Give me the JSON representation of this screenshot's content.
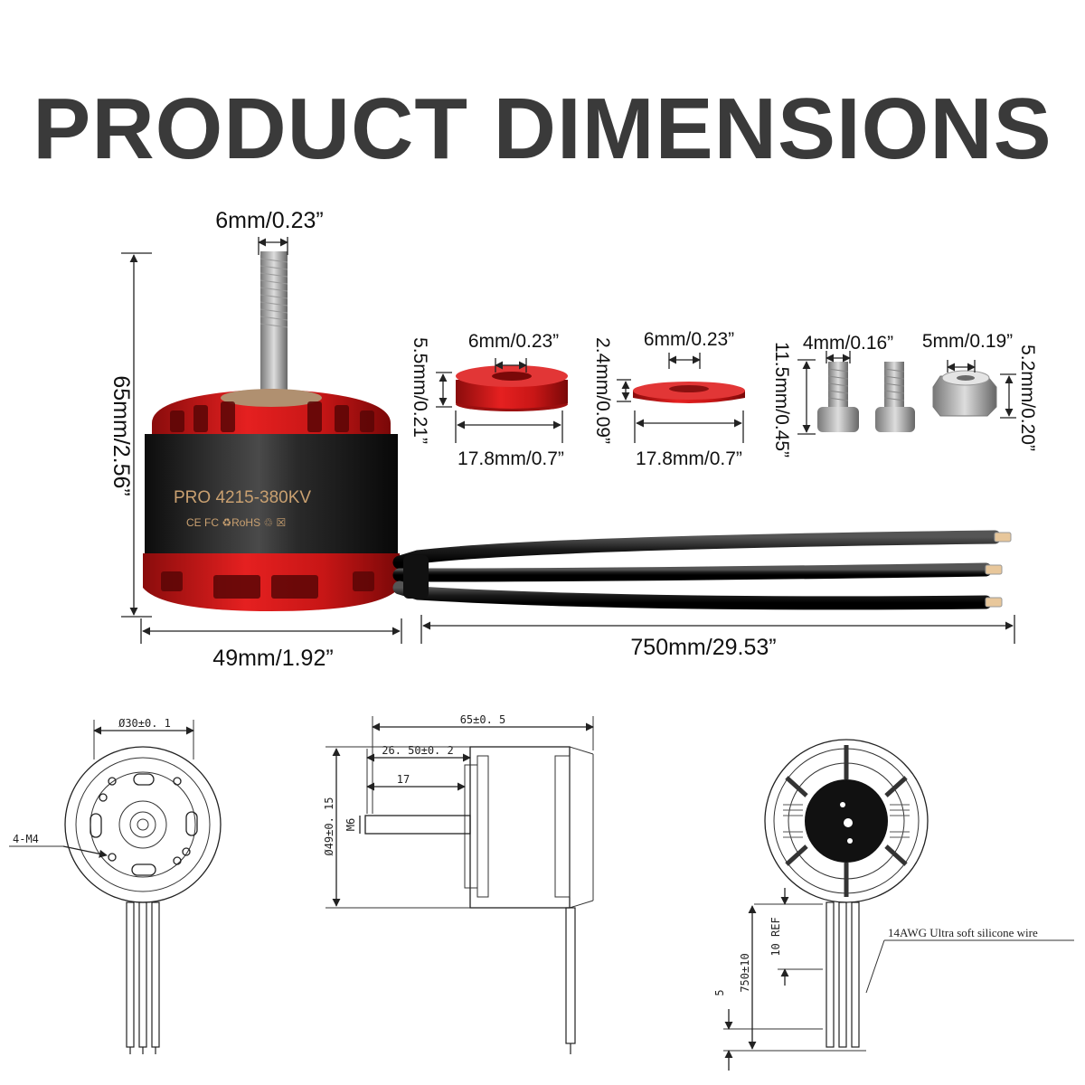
{
  "title": "PRODUCT DIMENSIONS",
  "motor_label": {
    "model": "PRO 4215-380KV",
    "certs": "CE FC ♻RoHS ♲ ☒"
  },
  "dimensions": {
    "shaft_diameter": "6mm/0.23”",
    "motor_height": "65mm/2.56”",
    "motor_diameter": "49mm/1.92”",
    "wire_length": "750mm/29.53”"
  },
  "accessories": {
    "thick_washer": {
      "inner": "6mm/0.23”",
      "height": "5.5mm/0.21”",
      "outer": "17.8mm/0.7”"
    },
    "thin_washer": {
      "inner": "6mm/0.23”",
      "height": "2.4mm/0.09”",
      "outer": "17.8mm/0.7”"
    },
    "screw": {
      "diameter": "4mm/0.16”",
      "length": "11.5mm/0.45”"
    },
    "nut": {
      "diameter": "5mm/0.19”",
      "height": "5.2mm/0.20”"
    }
  },
  "drawings": {
    "front": {
      "bolt_circle": "Ø30±0. 1",
      "holes": "4-M4"
    },
    "side": {
      "length": "65±0. 5",
      "shaft_exposed": "26. 50±0. 2",
      "shaft_step": "17",
      "diameter": "Ø49±0. 15",
      "shaft": "M6"
    },
    "back": {
      "ref": "10 REF",
      "wire": "750±10",
      "tip": "5",
      "wire_note": "14AWG Ultra soft silicone wire"
    }
  },
  "colors": {
    "motor_red": "#d41818",
    "motor_black": "#222222",
    "title_gray": "#3a3a3a"
  }
}
